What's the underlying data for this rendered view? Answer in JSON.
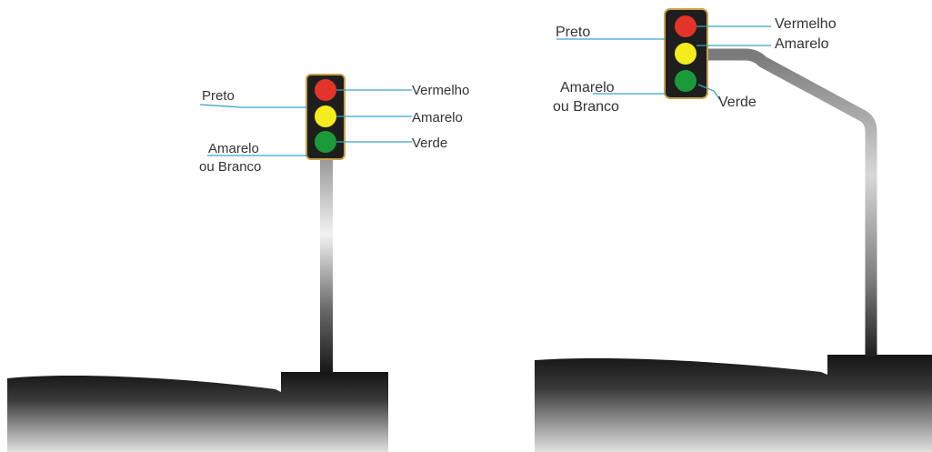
{
  "colors": {
    "red_lamp": "#e4342a",
    "yellow_lamp": "#f5ec1f",
    "green_lamp": "#1b9a3a",
    "housing": "#1e1e1e",
    "housing_border": "#c9a24a",
    "leader_line": "#3aa3c9",
    "ground_dark": "#1b1b1b",
    "ground_light": "#dcdcdc"
  },
  "left_signal": {
    "label_red": "Vermelho",
    "label_yellow": "Amarelo",
    "label_green": "Verde",
    "label_black": "Preto",
    "label_backplate_line1": "Amarelo",
    "label_backplate_line2": "ou Branco"
  },
  "right_signal": {
    "label_red": "Vermelho",
    "label_yellow": "Amarelo",
    "label_green": "Verde",
    "label_black": "Preto",
    "label_backplate_line1": "Amarelo",
    "label_backplate_line2": "ou Branco"
  }
}
